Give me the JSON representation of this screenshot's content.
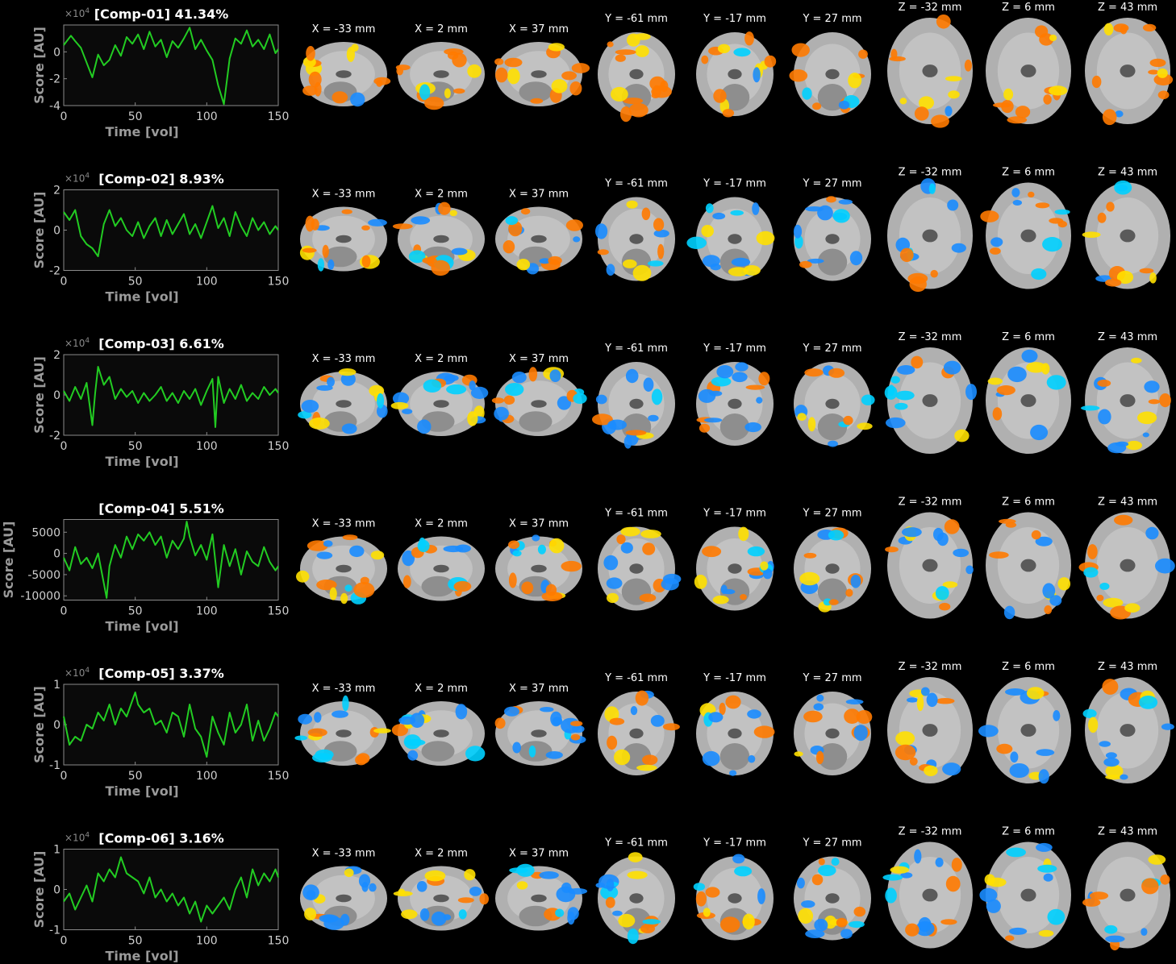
{
  "colors": {
    "background": "#000000",
    "plot_bg": "#0a0a0a",
    "axis": "#8a8a8a",
    "series_line": "#22cc22",
    "activation_warm": "#ff7a00",
    "activation_hot": "#ffe000",
    "activation_cool": "#1a8cff",
    "activation_cold": "#00d0ff",
    "brain_gray": "#b0b0b0"
  },
  "slices": [
    {
      "label": "X = -33 mm",
      "view": "sagittal"
    },
    {
      "label": "X = 2 mm",
      "view": "sagittal"
    },
    {
      "label": "X = 37 mm",
      "view": "sagittal"
    },
    {
      "label": "Y = -61 mm",
      "view": "coronal"
    },
    {
      "label": "Y = -17 mm",
      "view": "coronal"
    },
    {
      "label": "Y = 27 mm",
      "view": "coronal"
    },
    {
      "label": "Z = -32 mm",
      "view": "axial"
    },
    {
      "label": "Z = 6 mm",
      "view": "axial"
    },
    {
      "label": "Z = 43 mm",
      "view": "axial"
    }
  ],
  "chart_data": [
    {
      "type": "line",
      "title": "[Comp-01] 41.34%",
      "xlabel": "Time [vol]",
      "ylabel": "Score [AU]",
      "y_multiplier": "×10",
      "y_multiplier_exp": "4",
      "xlim": [
        0,
        150
      ],
      "ylim": [
        -4,
        2
      ],
      "xticks": [
        0,
        50,
        100,
        150
      ],
      "yticks": [
        -4,
        -2,
        0
      ],
      "ytick_labels": [
        "-4",
        "-2",
        "0"
      ],
      "series": [
        {
          "x": [
            0,
            5,
            8,
            12,
            16,
            20,
            24,
            28,
            32,
            36,
            40,
            44,
            48,
            52,
            56,
            60,
            64,
            68,
            72,
            76,
            80,
            84,
            88,
            92,
            96,
            100,
            104,
            108,
            112,
            116,
            120,
            124,
            128,
            132,
            136,
            140,
            144,
            148,
            150
          ],
          "values": [
            0.5,
            1.2,
            0.8,
            0.3,
            -0.8,
            -1.9,
            -0.2,
            -1.0,
            -0.6,
            0.5,
            -0.3,
            1.1,
            0.6,
            1.3,
            0.2,
            1.5,
            0.4,
            0.9,
            -0.4,
            0.8,
            0.3,
            1.0,
            1.8,
            0.2,
            0.9,
            0.1,
            -0.6,
            -2.5,
            -3.9,
            -0.5,
            1.0,
            0.6,
            1.6,
            0.4,
            0.9,
            0.2,
            1.3,
            -0.1,
            0.2
          ]
        }
      ]
    },
    {
      "type": "line",
      "title": "[Comp-02] 8.93%",
      "xlabel": "Time [vol]",
      "ylabel": "Score [AU]",
      "y_multiplier": "×10",
      "y_multiplier_exp": "4",
      "xlim": [
        0,
        150
      ],
      "ylim": [
        -2,
        2
      ],
      "xticks": [
        0,
        50,
        100,
        150
      ],
      "yticks": [
        -2,
        0,
        2
      ],
      "ytick_labels": [
        "-2",
        "0",
        "2"
      ],
      "series": [
        {
          "x": [
            0,
            4,
            8,
            12,
            16,
            20,
            24,
            28,
            32,
            36,
            40,
            44,
            48,
            52,
            56,
            60,
            64,
            68,
            72,
            76,
            80,
            84,
            88,
            92,
            96,
            100,
            104,
            108,
            112,
            116,
            120,
            124,
            128,
            132,
            136,
            140,
            144,
            148,
            150
          ],
          "values": [
            0.9,
            0.5,
            1.0,
            -0.3,
            -0.7,
            -0.9,
            -1.3,
            0.3,
            1.0,
            0.2,
            0.6,
            0.0,
            -0.3,
            0.4,
            -0.4,
            0.2,
            0.6,
            -0.3,
            0.5,
            -0.2,
            0.3,
            0.8,
            -0.2,
            0.3,
            -0.4,
            0.4,
            1.2,
            0.1,
            0.6,
            -0.3,
            0.9,
            0.2,
            -0.3,
            0.6,
            0.0,
            0.4,
            -0.2,
            0.2,
            0.0
          ]
        }
      ]
    },
    {
      "type": "line",
      "title": "[Comp-03] 6.61%",
      "xlabel": "Time [vol]",
      "ylabel": "Score [AU]",
      "y_multiplier": "×10",
      "y_multiplier_exp": "4",
      "xlim": [
        0,
        150
      ],
      "ylim": [
        -2,
        2
      ],
      "xticks": [
        0,
        50,
        100,
        150
      ],
      "yticks": [
        -2,
        0,
        2
      ],
      "ytick_labels": [
        "-2",
        "0",
        "2"
      ],
      "series": [
        {
          "x": [
            0,
            4,
            8,
            12,
            16,
            20,
            22,
            24,
            28,
            32,
            36,
            40,
            44,
            48,
            52,
            56,
            60,
            64,
            68,
            72,
            76,
            80,
            84,
            88,
            92,
            96,
            100,
            104,
            106,
            108,
            112,
            116,
            120,
            124,
            128,
            132,
            136,
            140,
            144,
            148,
            150
          ],
          "values": [
            0.2,
            -0.3,
            0.4,
            -0.2,
            0.6,
            -1.5,
            0.1,
            1.4,
            0.5,
            0.9,
            -0.2,
            0.3,
            -0.1,
            0.2,
            -0.4,
            0.1,
            -0.3,
            0.0,
            0.4,
            -0.3,
            0.1,
            -0.4,
            0.2,
            -0.2,
            0.3,
            -0.5,
            0.2,
            0.8,
            -1.6,
            0.9,
            -0.4,
            0.3,
            -0.2,
            0.5,
            -0.3,
            0.1,
            -0.2,
            0.4,
            0.0,
            0.3,
            0.1
          ]
        }
      ]
    },
    {
      "type": "line",
      "title": "[Comp-04] 5.51%",
      "xlabel": "Time [vol]",
      "ylabel": "Score [AU]",
      "y_multiplier": "",
      "y_multiplier_exp": "",
      "xlim": [
        0,
        150
      ],
      "ylim": [
        -11000,
        8000
      ],
      "xticks": [
        0,
        50,
        100,
        150
      ],
      "yticks": [
        -10000,
        -5000,
        0,
        5000
      ],
      "ytick_labels": [
        "-10000",
        "-5000",
        "0",
        "5000"
      ],
      "series": [
        {
          "x": [
            0,
            4,
            8,
            12,
            16,
            20,
            24,
            28,
            30,
            32,
            36,
            40,
            44,
            48,
            52,
            56,
            60,
            64,
            68,
            72,
            76,
            80,
            84,
            86,
            88,
            92,
            96,
            100,
            104,
            108,
            112,
            116,
            120,
            124,
            128,
            132,
            136,
            140,
            144,
            148,
            150
          ],
          "values": [
            -1000,
            -4000,
            1500,
            -2500,
            -1000,
            -3500,
            0,
            -7000,
            -10500,
            -3000,
            2000,
            -1000,
            4000,
            1000,
            4500,
            3000,
            5000,
            2000,
            4000,
            -1000,
            3000,
            1000,
            3500,
            7500,
            4000,
            -500,
            2000,
            -1500,
            4500,
            -8000,
            2000,
            -3000,
            1000,
            -5000,
            500,
            -2000,
            -3000,
            1500,
            -2000,
            -4000,
            -3000
          ]
        }
      ]
    },
    {
      "type": "line",
      "title": "[Comp-05] 3.37%",
      "xlabel": "Time [vol]",
      "ylabel": "Score [AU]",
      "y_multiplier": "×10",
      "y_multiplier_exp": "4",
      "xlim": [
        0,
        150
      ],
      "ylim": [
        -1,
        1
      ],
      "xticks": [
        0,
        50,
        100,
        150
      ],
      "yticks": [
        -1,
        0,
        1
      ],
      "ytick_labels": [
        "-1",
        "0",
        "1"
      ],
      "series": [
        {
          "x": [
            0,
            4,
            8,
            12,
            16,
            20,
            24,
            28,
            32,
            36,
            40,
            44,
            48,
            50,
            52,
            56,
            60,
            64,
            68,
            72,
            76,
            80,
            84,
            88,
            92,
            96,
            100,
            104,
            108,
            112,
            116,
            120,
            124,
            128,
            132,
            136,
            140,
            144,
            148,
            150
          ],
          "values": [
            0.2,
            -0.5,
            -0.3,
            -0.4,
            0.0,
            -0.1,
            0.3,
            0.1,
            0.5,
            0.0,
            0.4,
            0.2,
            0.6,
            0.8,
            0.5,
            0.3,
            0.4,
            0.0,
            0.1,
            -0.2,
            0.3,
            0.2,
            -0.3,
            0.5,
            -0.1,
            -0.3,
            -0.8,
            0.2,
            -0.2,
            -0.5,
            0.3,
            -0.2,
            0.0,
            0.5,
            -0.4,
            0.1,
            -0.4,
            -0.1,
            0.3,
            0.2
          ]
        }
      ]
    },
    {
      "type": "line",
      "title": "[Comp-06] 3.16%",
      "xlabel": "Time [vol]",
      "ylabel": "Score [AU]",
      "y_multiplier": "×10",
      "y_multiplier_exp": "4",
      "xlim": [
        0,
        150
      ],
      "ylim": [
        -1,
        1
      ],
      "xticks": [
        0,
        50,
        100,
        150
      ],
      "yticks": [
        -1,
        0,
        1
      ],
      "ytick_labels": [
        "-1",
        "0",
        "1"
      ],
      "series": [
        {
          "x": [
            0,
            4,
            8,
            12,
            16,
            20,
            24,
            28,
            32,
            36,
            40,
            44,
            48,
            52,
            56,
            60,
            64,
            68,
            72,
            76,
            80,
            84,
            88,
            92,
            96,
            100,
            104,
            108,
            112,
            116,
            120,
            124,
            128,
            132,
            136,
            140,
            144,
            148,
            150
          ],
          "values": [
            -0.3,
            -0.1,
            -0.5,
            -0.2,
            0.1,
            -0.3,
            0.4,
            0.2,
            0.5,
            0.3,
            0.8,
            0.4,
            0.3,
            0.2,
            -0.1,
            0.3,
            -0.2,
            0.0,
            -0.3,
            -0.1,
            -0.4,
            -0.2,
            -0.6,
            -0.3,
            -0.8,
            -0.4,
            -0.6,
            -0.4,
            -0.2,
            -0.5,
            0.0,
            0.3,
            -0.2,
            0.5,
            0.1,
            0.4,
            0.2,
            0.5,
            0.3
          ]
        }
      ]
    }
  ]
}
